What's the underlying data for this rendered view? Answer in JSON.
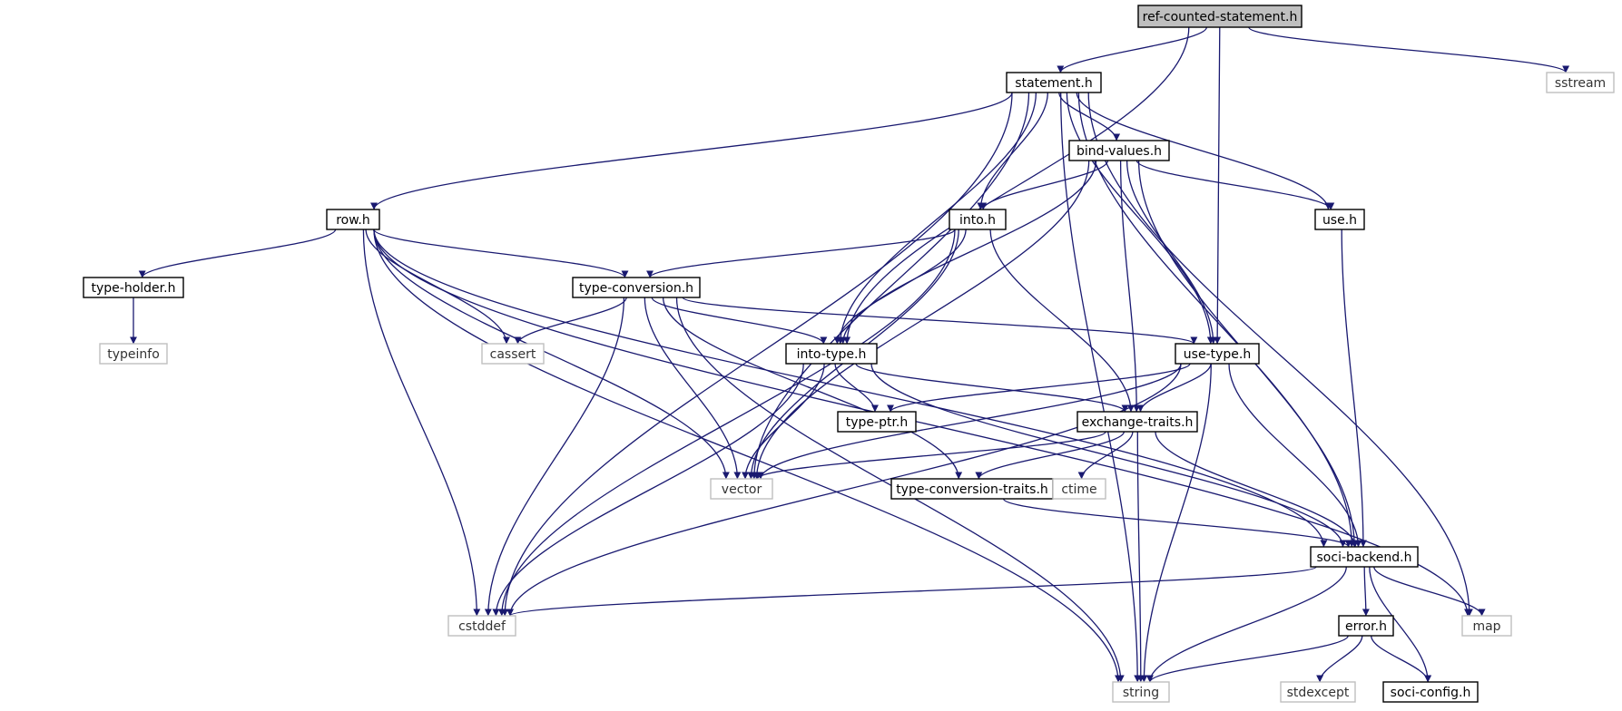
{
  "diagram": {
    "nodes": {
      "ref_counted_statement": {
        "label": "ref-counted-statement.h",
        "kind": "root"
      },
      "statement": {
        "label": "statement.h",
        "kind": "local"
      },
      "sstream": {
        "label": "sstream",
        "kind": "sys"
      },
      "bind_values": {
        "label": "bind-values.h",
        "kind": "local"
      },
      "row": {
        "label": "row.h",
        "kind": "local"
      },
      "into": {
        "label": "into.h",
        "kind": "local"
      },
      "use": {
        "label": "use.h",
        "kind": "local"
      },
      "type_holder": {
        "label": "type-holder.h",
        "kind": "local"
      },
      "type_conversion": {
        "label": "type-conversion.h",
        "kind": "local"
      },
      "typeinfo": {
        "label": "typeinfo",
        "kind": "sys"
      },
      "cassert": {
        "label": "cassert",
        "kind": "sys"
      },
      "into_type": {
        "label": "into-type.h",
        "kind": "local"
      },
      "use_type": {
        "label": "use-type.h",
        "kind": "local"
      },
      "type_ptr": {
        "label": "type-ptr.h",
        "kind": "local"
      },
      "exchange_traits": {
        "label": "exchange-traits.h",
        "kind": "local"
      },
      "vector": {
        "label": "vector",
        "kind": "sys"
      },
      "type_conversion_traits": {
        "label": "type-conversion-traits.h",
        "kind": "local"
      },
      "ctime": {
        "label": "ctime",
        "kind": "sys"
      },
      "soci_backend": {
        "label": "soci-backend.h",
        "kind": "local"
      },
      "cstddef": {
        "label": "cstddef",
        "kind": "sys"
      },
      "error": {
        "label": "error.h",
        "kind": "local"
      },
      "map": {
        "label": "map",
        "kind": "sys"
      },
      "string": {
        "label": "string",
        "kind": "sys"
      },
      "stdexcept": {
        "label": "stdexcept",
        "kind": "sys"
      },
      "soci_config": {
        "label": "soci-config.h",
        "kind": "local"
      }
    },
    "edges": [
      [
        "ref_counted_statement",
        "statement"
      ],
      [
        "ref_counted_statement",
        "sstream"
      ],
      [
        "ref_counted_statement",
        "into_type"
      ],
      [
        "ref_counted_statement",
        "use_type"
      ],
      [
        "statement",
        "bind_values"
      ],
      [
        "statement",
        "row"
      ],
      [
        "statement",
        "into"
      ],
      [
        "statement",
        "use"
      ],
      [
        "statement",
        "into_type"
      ],
      [
        "statement",
        "use_type"
      ],
      [
        "statement",
        "soci_backend"
      ],
      [
        "statement",
        "vector"
      ],
      [
        "statement",
        "cstddef"
      ],
      [
        "statement",
        "map"
      ],
      [
        "statement",
        "string"
      ],
      [
        "bind_values",
        "into"
      ],
      [
        "bind_values",
        "use"
      ],
      [
        "bind_values",
        "into_type"
      ],
      [
        "bind_values",
        "use_type"
      ],
      [
        "bind_values",
        "exchange_traits"
      ],
      [
        "bind_values",
        "soci_backend"
      ],
      [
        "bind_values",
        "vector"
      ],
      [
        "row",
        "type_holder"
      ],
      [
        "row",
        "type_conversion"
      ],
      [
        "row",
        "cassert"
      ],
      [
        "row",
        "vector"
      ],
      [
        "row",
        "soci_backend"
      ],
      [
        "row",
        "cstddef"
      ],
      [
        "row",
        "map"
      ],
      [
        "row",
        "string"
      ],
      [
        "into",
        "type_conversion"
      ],
      [
        "into",
        "into_type"
      ],
      [
        "into",
        "exchange_traits"
      ],
      [
        "into",
        "vector"
      ],
      [
        "into",
        "cstddef"
      ],
      [
        "use",
        "soci_backend"
      ],
      [
        "type_holder",
        "typeinfo"
      ],
      [
        "type_conversion",
        "into_type"
      ],
      [
        "type_conversion",
        "use_type"
      ],
      [
        "type_conversion",
        "cassert"
      ],
      [
        "type_conversion",
        "vector"
      ],
      [
        "type_conversion",
        "type_conversion_traits"
      ],
      [
        "type_conversion",
        "cstddef"
      ],
      [
        "type_conversion",
        "string"
      ],
      [
        "into_type",
        "type_ptr"
      ],
      [
        "into_type",
        "exchange_traits"
      ],
      [
        "into_type",
        "vector"
      ],
      [
        "into_type",
        "soci_backend"
      ],
      [
        "into_type",
        "cstddef"
      ],
      [
        "use_type",
        "type_ptr"
      ],
      [
        "use_type",
        "exchange_traits"
      ],
      [
        "use_type",
        "vector"
      ],
      [
        "use_type",
        "soci_backend"
      ],
      [
        "use_type",
        "cstddef"
      ],
      [
        "use_type",
        "string"
      ],
      [
        "exchange_traits",
        "type_conversion_traits"
      ],
      [
        "exchange_traits",
        "ctime"
      ],
      [
        "exchange_traits",
        "vector"
      ],
      [
        "exchange_traits",
        "soci_backend"
      ],
      [
        "exchange_traits",
        "string"
      ],
      [
        "type_conversion_traits",
        "soci_backend"
      ],
      [
        "soci_backend",
        "error"
      ],
      [
        "soci_backend",
        "map"
      ],
      [
        "soci_backend",
        "cstddef"
      ],
      [
        "soci_backend",
        "soci_config"
      ],
      [
        "soci_backend",
        "string"
      ],
      [
        "error",
        "stdexcept"
      ],
      [
        "error",
        "soci_config"
      ],
      [
        "error",
        "string"
      ]
    ]
  }
}
